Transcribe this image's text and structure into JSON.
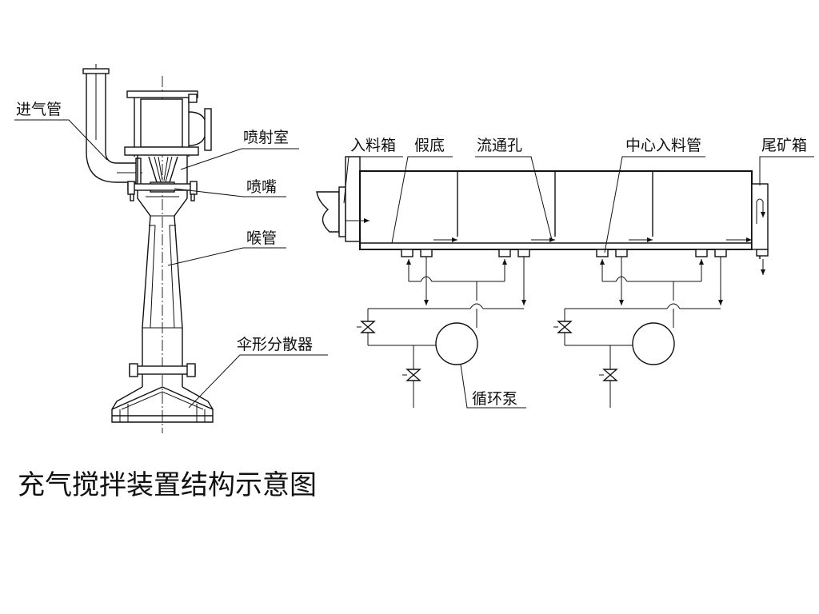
{
  "labels": {
    "air_inlet": "进气管",
    "jet_chamber": "喷射室",
    "nozzle": "喷嘴",
    "throat": "喉管",
    "diffuser": "伞形分散器",
    "feed_box": "入料箱",
    "false_bottom": "假底",
    "flow_hole": "流通孔",
    "center_feed": "中心入料管",
    "tailings_box": "尾矿箱",
    "circ_pump": "循环泵"
  },
  "caption": "充气搅拌装置结构示意图",
  "colors": {
    "line": "#111111",
    "background": "#ffffff"
  }
}
